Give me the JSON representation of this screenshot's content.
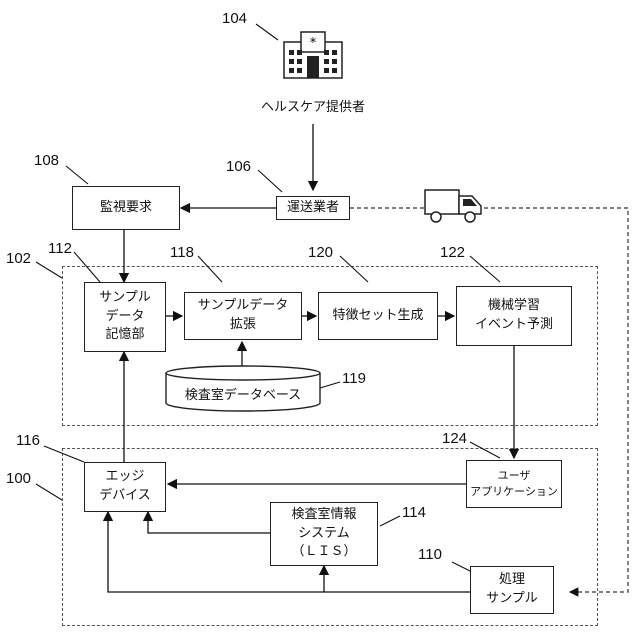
{
  "provider": {
    "label": "ヘルスケア提供者",
    "ref": "104",
    "icon": "hospital-icon"
  },
  "carrier": {
    "label": "運送業者",
    "ref": "106",
    "icon": "truck-icon"
  },
  "monitor": {
    "label": "監視要求",
    "ref": "108"
  },
  "system_102": {
    "ref": "102"
  },
  "system_100": {
    "ref": "100"
  },
  "sample_store": {
    "label": "サンプル\nデータ\n記憶部",
    "ref": "112"
  },
  "augment": {
    "label": "サンプルデータ\n拡張",
    "ref": "118"
  },
  "feature": {
    "label": "特徴セット生成",
    "ref": "120"
  },
  "ml": {
    "label": "機械学習\nイベント予測",
    "ref": "122"
  },
  "lab_db": {
    "label": "検査室データベース",
    "ref": "119"
  },
  "edge": {
    "label": "エッジ\nデバイス",
    "ref": "116"
  },
  "user_app": {
    "label": "ユーザ\nアプリケーション",
    "ref": "124"
  },
  "lis": {
    "label": "検査室情報\nシステム\n（ＬＩＳ）",
    "ref": "114"
  },
  "sample": {
    "label": "処理\nサンプル",
    "ref": "110"
  }
}
